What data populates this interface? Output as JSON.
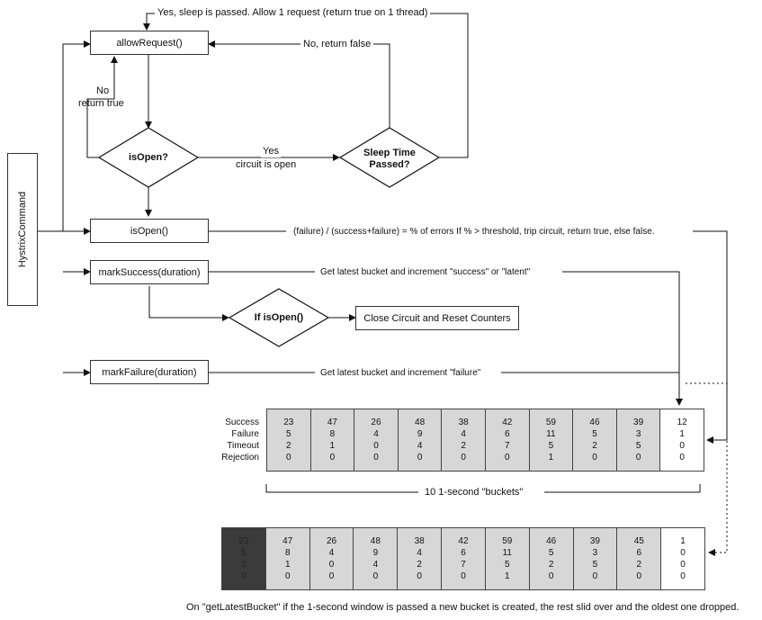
{
  "side_label": "HystrixCommand",
  "boxes": {
    "allow_request": "allowRequest()",
    "is_open": "isOpen()",
    "mark_success": "markSuccess(duration)",
    "mark_failure": "markFailure(duration)",
    "close_circuit": "Close Circuit and Reset Counters"
  },
  "decisions": {
    "is_open_q": "isOpen?",
    "sleep_time_line1": "Sleep Time",
    "sleep_time_line2": "Passed?",
    "if_is_open": "If isOpen()"
  },
  "edge_labels": {
    "sleep_passed": "Yes, sleep is passed.  Allow 1 request (return true on 1 thread)",
    "no_return_false": "No, return false",
    "no_line1": "No",
    "no_line2": "return true",
    "yes_line1": "Yes",
    "yes_line2": "circuit is open",
    "formula": "(failure) / (success+failure) = % of errors    If % > threshold, trip circuit, return true, else false.",
    "get_latest_success": "Get latest bucket and increment \"success\" or \"latent\"",
    "get_latest_failure": "Get latest bucket and increment \"failure\""
  },
  "row_labels": [
    "Success",
    "Failure",
    "Timeout",
    "Rejection"
  ],
  "buckets_top": [
    {
      "values": [
        "23",
        "5",
        "2",
        "0"
      ]
    },
    {
      "values": [
        "47",
        "8",
        "1",
        "0"
      ]
    },
    {
      "values": [
        "26",
        "4",
        "0",
        "0"
      ]
    },
    {
      "values": [
        "48",
        "9",
        "4",
        "0"
      ]
    },
    {
      "values": [
        "38",
        "4",
        "2",
        "0"
      ]
    },
    {
      "values": [
        "42",
        "6",
        "7",
        "0"
      ]
    },
    {
      "values": [
        "59",
        "11",
        "5",
        "1"
      ]
    },
    {
      "values": [
        "46",
        "5",
        "2",
        "0"
      ]
    },
    {
      "values": [
        "39",
        "3",
        "5",
        "0"
      ]
    },
    {
      "values": [
        "12",
        "1",
        "0",
        "0"
      ]
    }
  ],
  "buckets_caption": "10  1-second \"buckets\"",
  "buckets_bottom": [
    {
      "values": [
        "23",
        "5",
        "2",
        "0"
      ]
    },
    {
      "values": [
        "47",
        "8",
        "1",
        "0"
      ]
    },
    {
      "values": [
        "26",
        "4",
        "0",
        "0"
      ]
    },
    {
      "values": [
        "48",
        "9",
        "4",
        "0"
      ]
    },
    {
      "values": [
        "38",
        "4",
        "2",
        "0"
      ]
    },
    {
      "values": [
        "42",
        "6",
        "7",
        "0"
      ]
    },
    {
      "values": [
        "59",
        "11",
        "5",
        "1"
      ]
    },
    {
      "values": [
        "46",
        "5",
        "2",
        "0"
      ]
    },
    {
      "values": [
        "39",
        "3",
        "5",
        "0"
      ]
    },
    {
      "values": [
        "45",
        "6",
        "2",
        "0"
      ]
    },
    {
      "values": [
        "1",
        "0",
        "0",
        "0"
      ]
    }
  ],
  "footer": "On \"getLatestBucket\" if the 1-second window is passed a new bucket is created, the rest slid over and the oldest one dropped."
}
